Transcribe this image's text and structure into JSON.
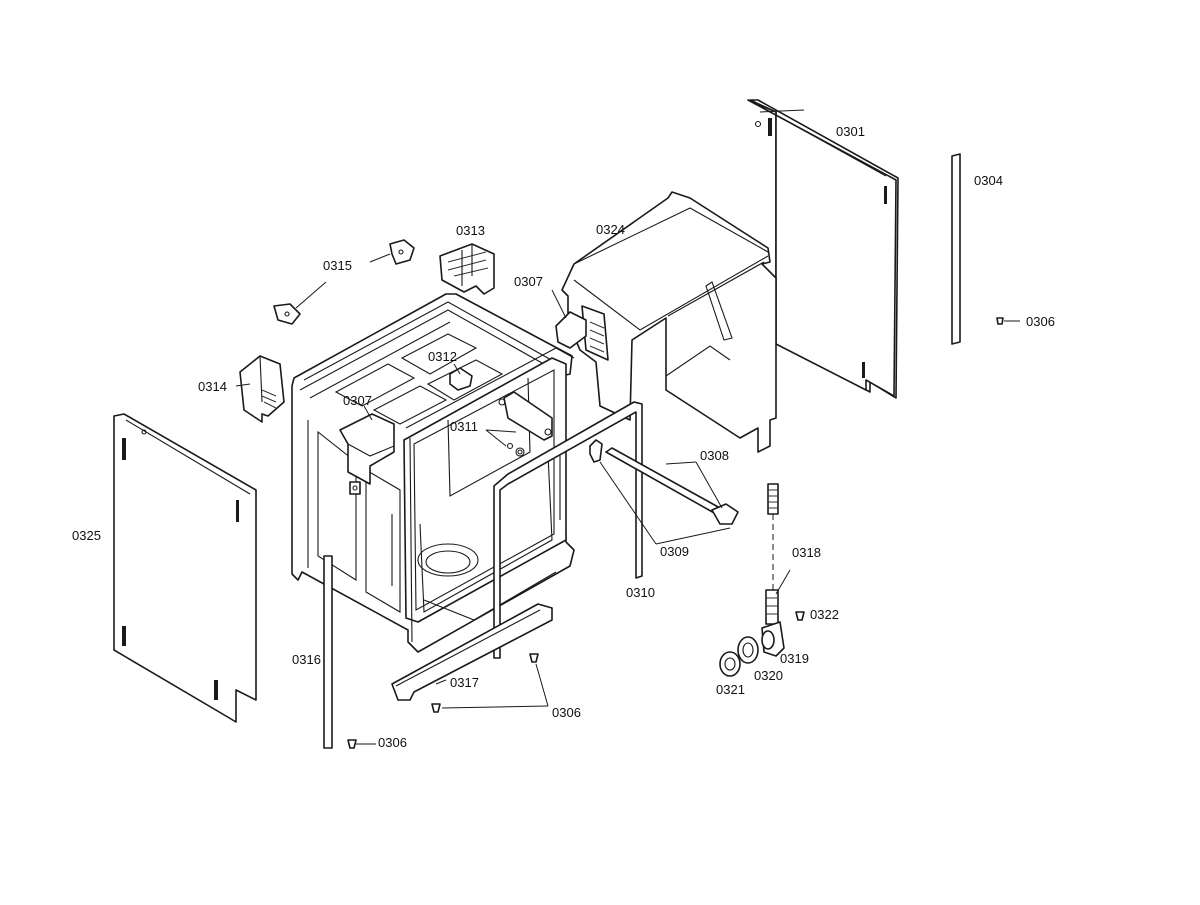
{
  "labels": {
    "p0301": "0301",
    "p0304": "0304",
    "p0306a": "0306",
    "p0306b": "0306",
    "p0306c": "0306",
    "p0307a": "0307",
    "p0307b": "0307",
    "p0308": "0308",
    "p0309": "0309",
    "p0310": "0310",
    "p0311": "0311",
    "p0312": "0312",
    "p0313": "0313",
    "p0314": "0314",
    "p0315": "0315",
    "p0316": "0316",
    "p0317": "0317",
    "p0318": "0318",
    "p0319": "0319",
    "p0320": "0320",
    "p0321": "0321",
    "p0322": "0322",
    "p0324": "0324",
    "p0325": "0325"
  }
}
